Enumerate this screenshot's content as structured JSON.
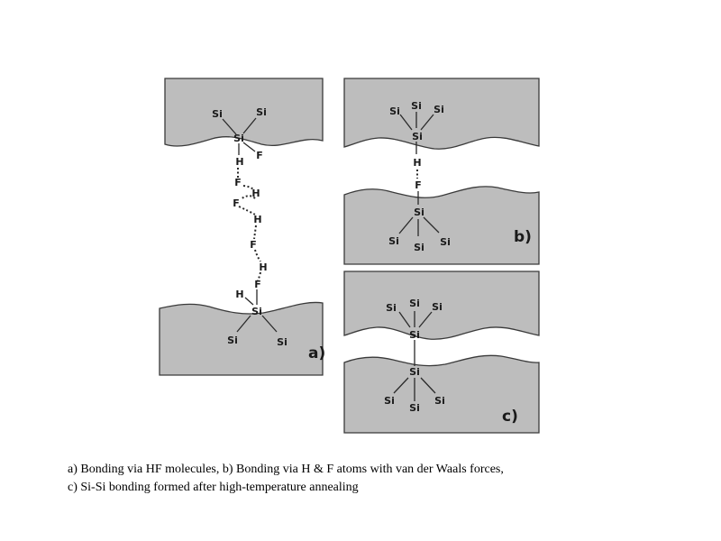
{
  "diagram": {
    "panel_a": {
      "label": "a)",
      "upper": {
        "center": "Si",
        "neighbors": [
          "Si",
          "Si"
        ],
        "terminal_h": "H",
        "terminal_f": "F"
      },
      "chain": [
        {
          "f": "F",
          "h": "H"
        },
        {
          "f": "F",
          "h": "H"
        },
        {
          "f": "F",
          "h": "H"
        }
      ],
      "lower": {
        "center": "Si",
        "neighbors": [
          "Si",
          "Si"
        ],
        "terminal_h": "H",
        "terminal_f": "F"
      }
    },
    "panel_b": {
      "label": "b)",
      "upper": {
        "center": "Si",
        "neighbors": [
          "Si",
          "Si",
          "Si"
        ],
        "terminal": "H"
      },
      "lower": {
        "center": "Si",
        "neighbors": [
          "Si",
          "Si",
          "Si"
        ],
        "terminal": "F"
      }
    },
    "panel_c": {
      "label": "c)",
      "upper": {
        "center": "Si",
        "neighbors": [
          "Si",
          "Si",
          "Si"
        ]
      },
      "lower": {
        "center": "Si",
        "neighbors": [
          "Si",
          "Si",
          "Si"
        ]
      }
    }
  },
  "caption": {
    "line1": "a) Bonding via HF molecules, b) Bonding via H & F atoms with van der Waals forces,",
    "line2": "c) Si-Si bonding formed after high-temperature annealing"
  }
}
